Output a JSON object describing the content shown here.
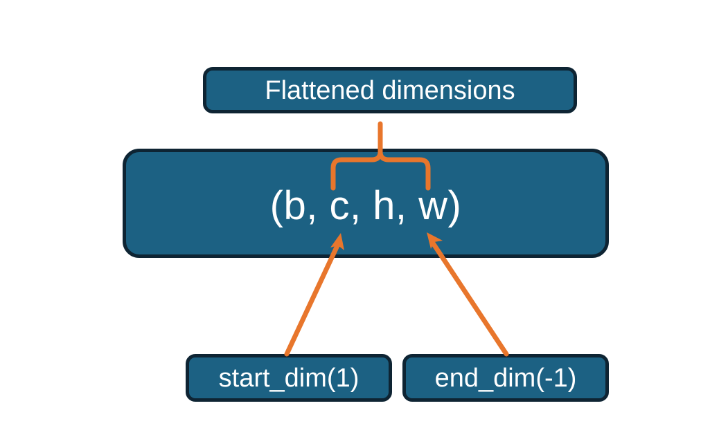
{
  "diagram": {
    "title_node": {
      "id": "flattened-dimensions",
      "label": "Flattened dimensions"
    },
    "tensor_node": {
      "id": "tensor-shape",
      "label": "(b, c, h, w)"
    },
    "arg_nodes": [
      {
        "id": "start-dim",
        "label": "start_dim(1)"
      },
      {
        "id": "end-dim",
        "label": "end_dim(-1)"
      }
    ],
    "connectors": [
      {
        "id": "brace-connector",
        "type": "curly-brace",
        "from": "tensor-shape",
        "to": "flattened-dimensions",
        "spans": "c, h, w"
      },
      {
        "id": "start-dim-arrow",
        "type": "arrow",
        "from": "start-dim",
        "to": "tensor-shape",
        "points_at": "c"
      },
      {
        "id": "end-dim-arrow",
        "type": "arrow",
        "from": "end-dim",
        "to": "tensor-shape",
        "points_at": "w"
      }
    ],
    "colors": {
      "node_fill": "#1c6183",
      "node_border": "#0e2433",
      "node_text": "#ffffff",
      "connector": "#e8762c",
      "background": "#ffffff"
    }
  }
}
